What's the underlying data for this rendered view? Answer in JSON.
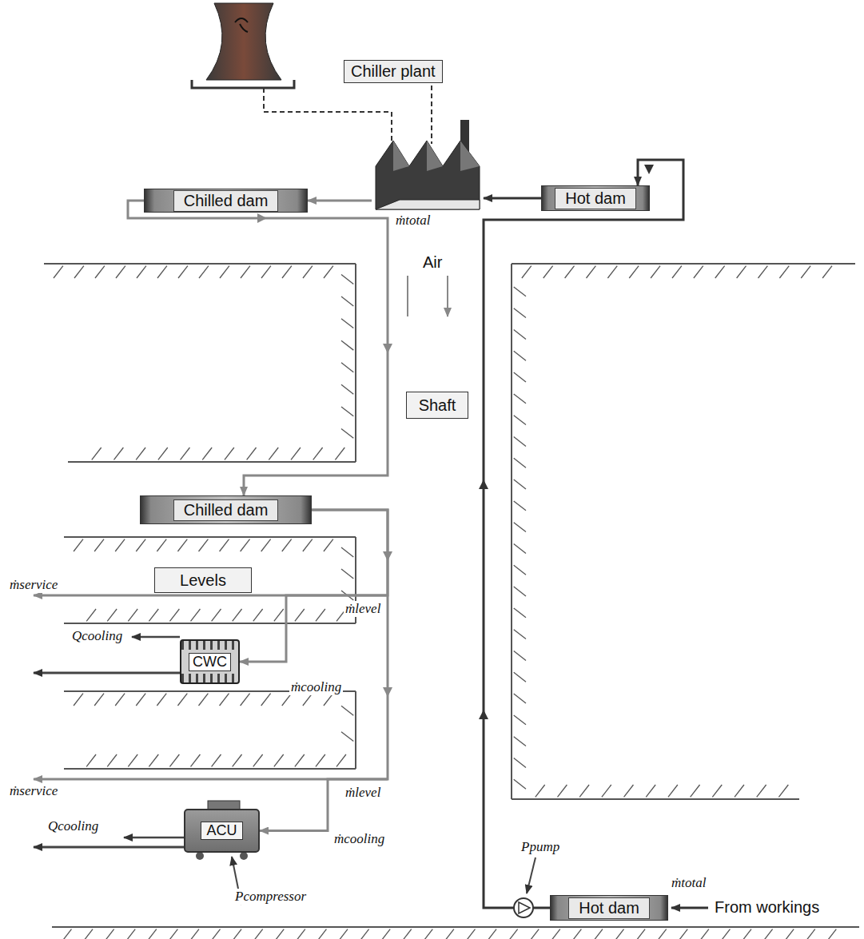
{
  "diagram": {
    "nodes": [
      {
        "text": [
          "Chiller plant"
        ]
      },
      {
        "text": [
          "Chilled dam"
        ]
      },
      {
        "text": [
          "Hot dam"
        ]
      },
      {
        "text": [
          "Shaft"
        ]
      },
      {
        "text": [
          "Chilled dam"
        ]
      },
      {
        "text": [
          "Levels"
        ]
      },
      {
        "text": [
          "CWC"
        ]
      },
      {
        "text": [
          "ACU"
        ]
      },
      {
        "text": [
          "Hot dam"
        ]
      }
    ],
    "edges": [
      {
        "from": 2,
        "to": 0,
        "arrow": "to"
      },
      {
        "from": 0,
        "to": 1,
        "arrow": "to"
      },
      {
        "from": 1,
        "to": 4,
        "arrow": "to"
      },
      {
        "from": 8,
        "to": 2,
        "arrow": "to"
      },
      {
        "from": 4,
        "to": 6,
        "arrow": "to"
      },
      {
        "from": 4,
        "to": 7,
        "arrow": "to"
      }
    ],
    "labels": [
      "Air",
      "ṁtotal",
      "ṁservice",
      "ṁlevel",
      "Qcooling",
      "ṁcooling",
      "ṁservice",
      "ṁlevel",
      "Qcooling",
      "ṁcooling",
      "Ppump",
      "ṁtotal",
      "Pcompressor",
      "From workings"
    ]
  }
}
